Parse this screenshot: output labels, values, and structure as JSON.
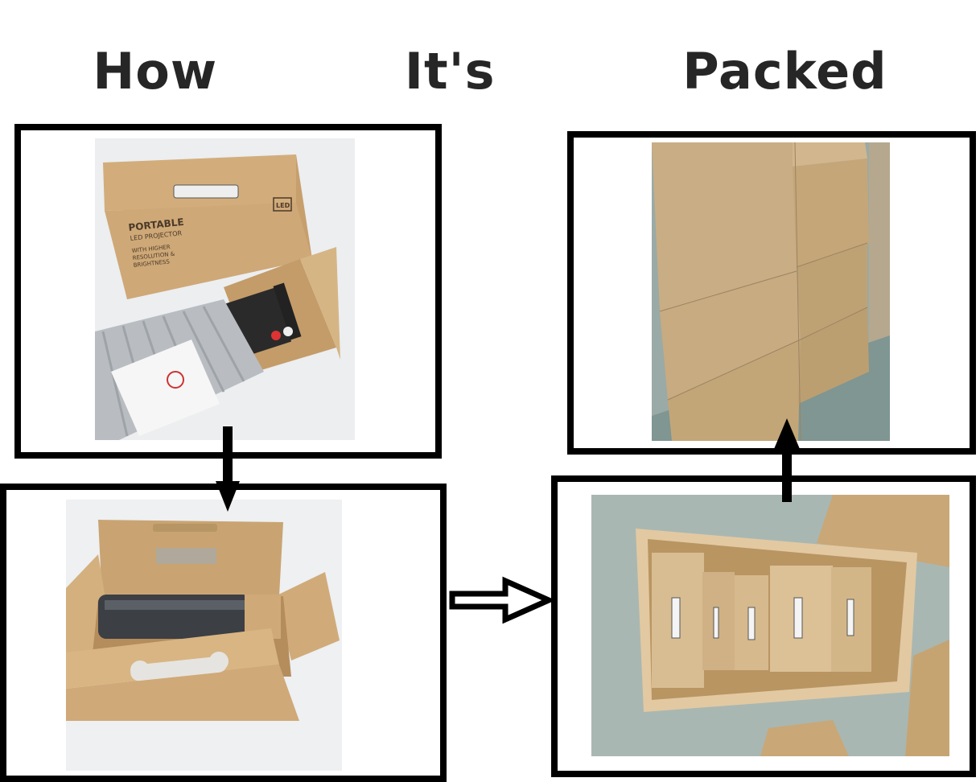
{
  "title": "How   It's   Packed",
  "steps": [
    {
      "photo": "projector-box-with-accessories-photo",
      "box_print": [
        "PORTABLE",
        "LED PROJECTOR",
        "WITH HIGHER",
        "RESOLUTION &",
        "BRIGHTNESS"
      ],
      "badge": "LED"
    },
    {
      "photo": "projector-in-open-box-photo"
    },
    {
      "photo": "boxes-packed-in-carton-photo"
    },
    {
      "photo": "stacked-cartons-photo"
    }
  ],
  "colors": {
    "frame": "#000000",
    "title": "#262626",
    "cardboard": "#c9a777",
    "floor": "#aab8b3"
  }
}
